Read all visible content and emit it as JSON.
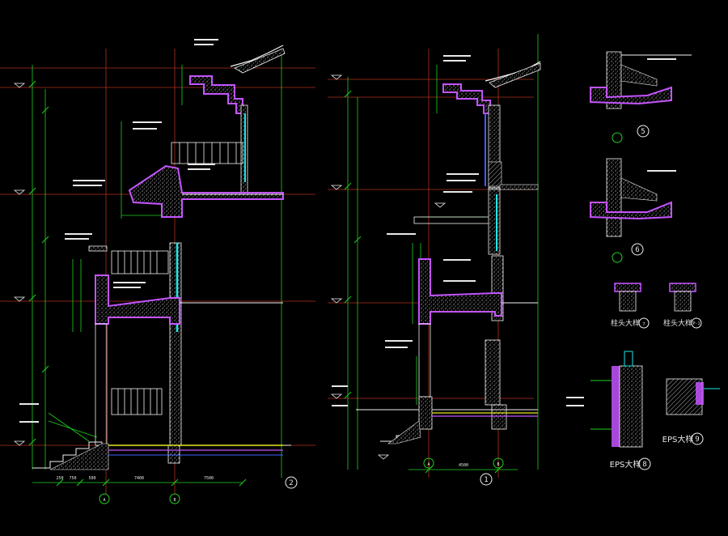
{
  "drawing": {
    "section_2": {
      "number": "2",
      "grid_a": "A",
      "grid_b": "B",
      "dims_bottom": [
        "250",
        "750",
        "500",
        "7400",
        "7500"
      ]
    },
    "section_1": {
      "number": "1",
      "grid_a": "A",
      "grid_b": "B",
      "dim_bottom": "4500"
    },
    "detail_5": {
      "number": "5"
    },
    "detail_6": {
      "number": "6"
    },
    "detail_7": {
      "number": "7",
      "caption": "柱头大样"
    },
    "detail_p1": {
      "number": "P-1",
      "caption": "柱头大样"
    },
    "detail_8": {
      "number": "8",
      "caption": "EPS大样"
    },
    "detail_9": {
      "number": "9",
      "caption": "EPS大样"
    }
  },
  "colors": {
    "background": "#000000",
    "grid_lines": "#b0321e",
    "dimensions": "#1fd11f",
    "outline": "#f2f2f2",
    "insulation": "#c454ff",
    "glass": "#1fe6e6",
    "text": "#e8e8e8"
  }
}
